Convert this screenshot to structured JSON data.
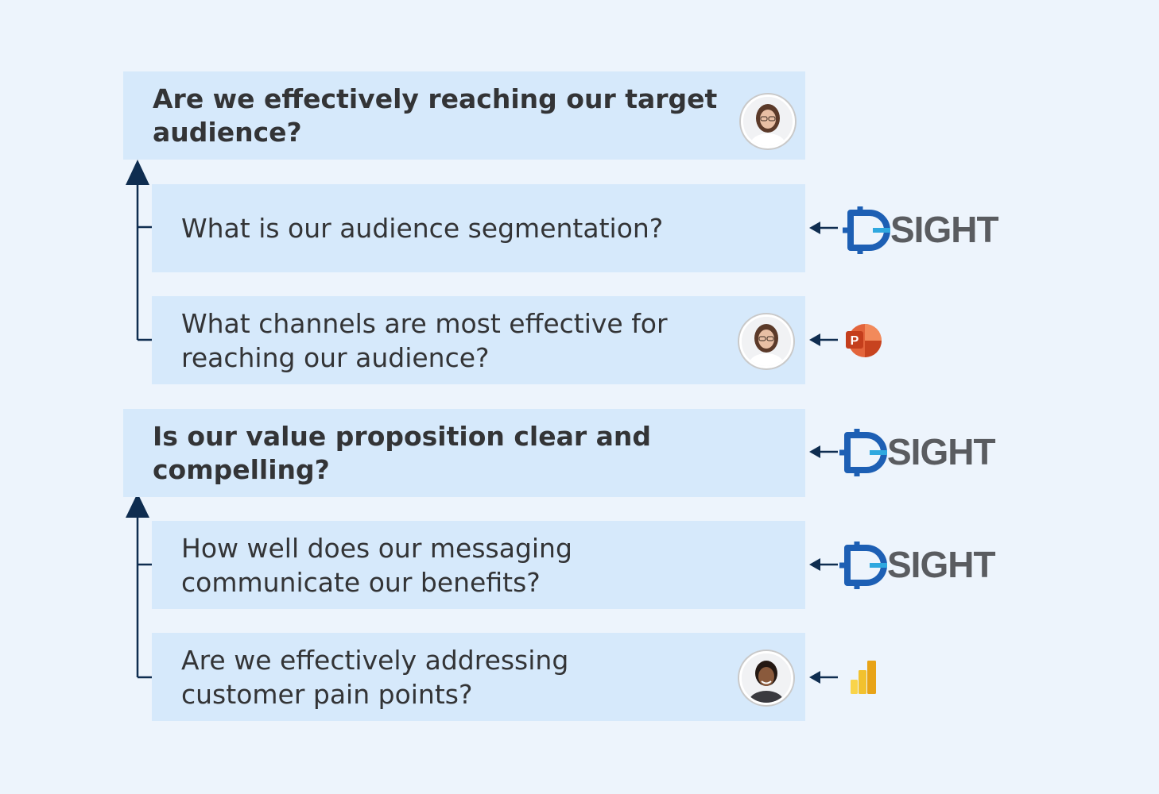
{
  "questions": {
    "q1": {
      "text": "Are we effectively reaching our target audience?",
      "subs": [
        {
          "text": "What is our audience segmentation?",
          "source": "SIGHT"
        },
        {
          "text": "What channels are most effective for reaching our audience?",
          "source": "powerpoint-icon"
        }
      ]
    },
    "q2": {
      "text": "Is our value proposition clear and compelling?",
      "source": "SIGHT",
      "subs": [
        {
          "text": "How well does our messaging communicate our benefits?",
          "source": "SIGHT"
        },
        {
          "text": "Are we effectively addressing customer pain points?",
          "source": "powerbi-icon"
        }
      ]
    }
  },
  "logo_text": "SIGHT",
  "powerpoint_letter": "P",
  "colors": {
    "background": "#edf4fc",
    "box": "#d6e9fb",
    "arrow": "#0f2d50",
    "logo_blue": "#1d5fb4",
    "logo_cyan": "#2fa8df",
    "powerpoint": "#d24726"
  }
}
